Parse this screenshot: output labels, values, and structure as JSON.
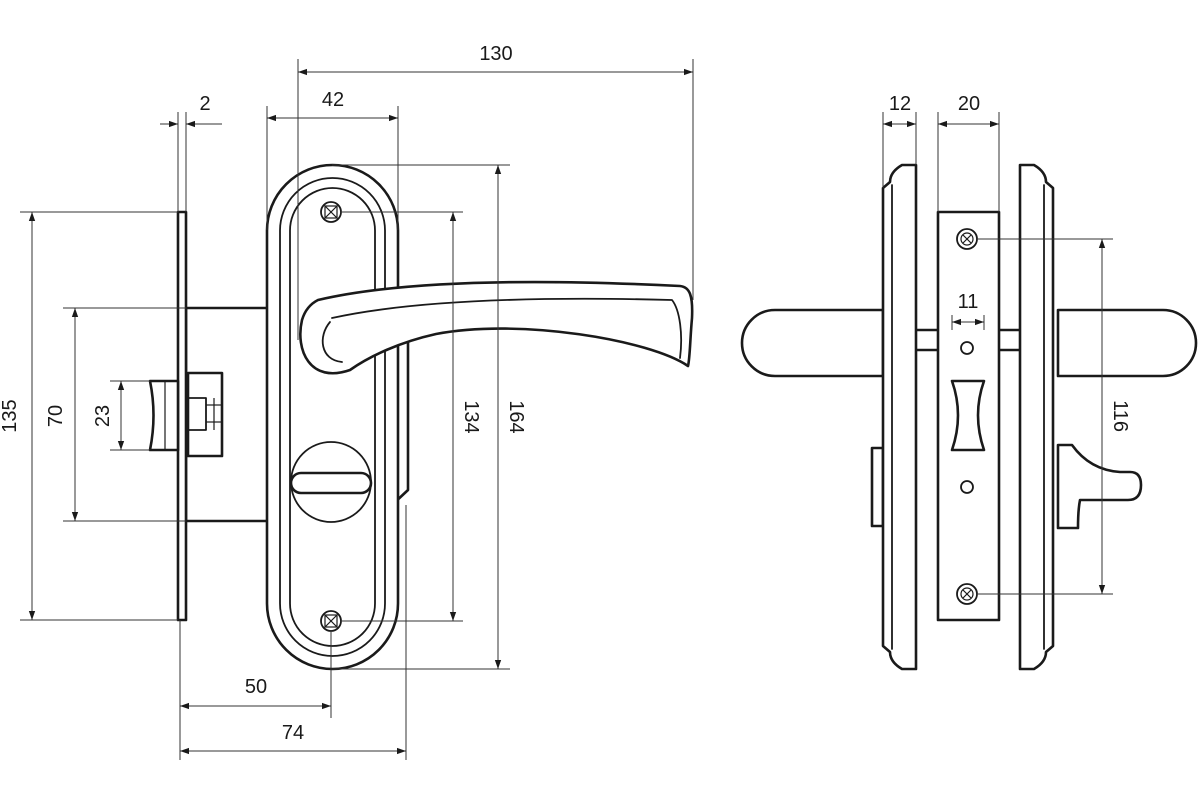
{
  "dimensions": {
    "overall_length": "130",
    "escutcheon_width": "42",
    "faceplate_thickness": "2",
    "faceplate_height": "135",
    "lock_body_height": "70",
    "latch_height": "23",
    "screw_spacing": "134",
    "escutcheon_height": "164",
    "backset": "50",
    "lock_depth": "74",
    "side_escutcheon_thickness": "12",
    "side_lock_width": "20",
    "spindle_size": "11",
    "side_screw_spacing": "116"
  }
}
